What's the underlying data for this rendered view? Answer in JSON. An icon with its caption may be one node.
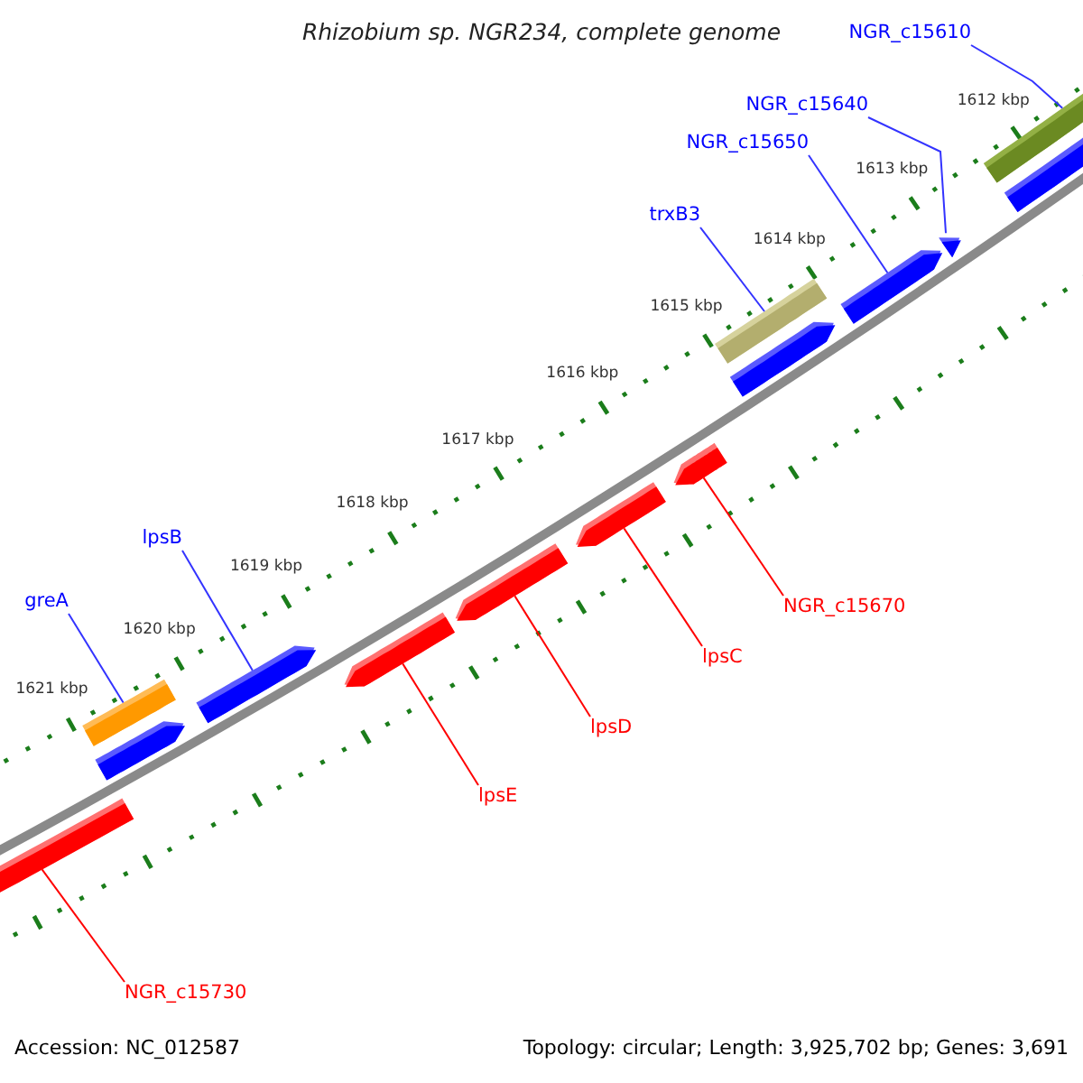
{
  "diagram": {
    "title": "Rhizobium sp. NGR234, complete genome",
    "nodes": [
      {
        "text": [
          "NGR_c15610"
        ]
      },
      {
        "text": [
          "NGR_c15640"
        ]
      },
      {
        "text": [
          "NGR_c15650"
        ]
      },
      {
        "text": [
          "trxB3"
        ]
      },
      {
        "text": [
          "lpsB"
        ]
      },
      {
        "text": [
          "greA"
        ]
      },
      {
        "text": [
          "NGR_c15670"
        ]
      },
      {
        "text": [
          "lpsC"
        ]
      },
      {
        "text": [
          "lpsD"
        ]
      },
      {
        "text": [
          "lpsE"
        ]
      },
      {
        "text": [
          "NGR_c15730"
        ]
      },
      {
        "text": [],
        "shape": "bar"
      },
      {
        "text": [],
        "shape": "bar"
      },
      {
        "text": [],
        "shape": "bar"
      },
      {
        "text": [],
        "shape": "bar"
      },
      {
        "text": [],
        "shape": "bar"
      },
      {
        "text": [],
        "shape": "bar"
      },
      {
        "text": [],
        "shape": "bar"
      },
      {
        "text": [],
        "shape": "bar"
      },
      {
        "text": [],
        "shape": "bar"
      },
      {
        "text": [],
        "shape": "bar"
      },
      {
        "text": [],
        "shape": "bar"
      },
      {
        "text": [],
        "shape": "bar"
      },
      {
        "text": [],
        "shape": "bar"
      },
      {
        "text": [],
        "shape": "bar"
      }
    ],
    "edges": [
      {
        "from": 0,
        "to": 18,
        "arrow": "none"
      },
      {
        "from": 1,
        "to": 17,
        "arrow": "none"
      },
      {
        "from": 2,
        "to": 16,
        "arrow": "none"
      },
      {
        "from": 3,
        "to": 14,
        "arrow": "none"
      },
      {
        "from": 4,
        "to": 13,
        "arrow": "none"
      },
      {
        "from": 5,
        "to": 11,
        "arrow": "none"
      },
      {
        "from": 6,
        "to": 24,
        "arrow": "none",
        "color": "#ff0000"
      },
      {
        "from": 7,
        "to": 23,
        "arrow": "none",
        "color": "#ff0000"
      },
      {
        "from": 8,
        "to": 22,
        "arrow": "none",
        "color": "#ff0000"
      },
      {
        "from": 9,
        "to": 21,
        "arrow": "none",
        "color": "#ff0000"
      },
      {
        "from": 10,
        "to": 20,
        "arrow": "none",
        "color": "#ff0000"
      }
    ],
    "labels": [
      "1612 kbp",
      "1613 kbp",
      "1614 kbp",
      "1615 kbp",
      "1616 kbp",
      "1617 kbp",
      "1618 kbp",
      "1619 kbp",
      "1620 kbp",
      "1621 kbp",
      "Accession: NC_012587",
      "Topology: circular; Length: 3,925,702 bp; Genes: 3,691"
    ]
  }
}
